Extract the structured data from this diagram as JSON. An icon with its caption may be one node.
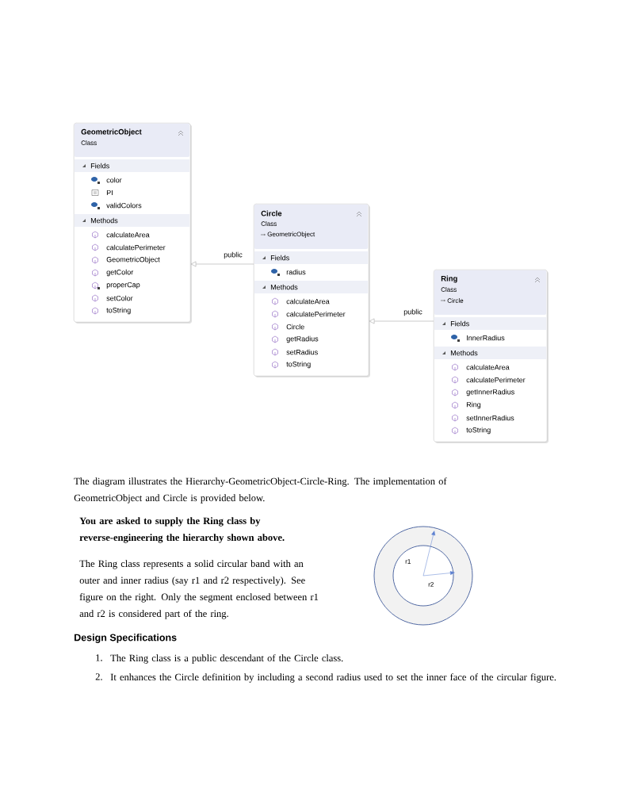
{
  "diagram": {
    "nodes": [
      {
        "text": [
          "GeometricObject",
          "Class",
          "Fields",
          "color",
          "PI",
          "validColors",
          "Methods",
          "calculateArea",
          "calculatePerimeter",
          "GeometricObject",
          "getColor",
          "properCap",
          "setColor",
          "toString"
        ]
      },
      {
        "text": [
          "Circle",
          "Class",
          "GeometricObject",
          "Fields",
          "radius",
          "Methods",
          "calculateArea",
          "calculatePerimeter",
          "Circle",
          "getRadius",
          "setRadius",
          "toString"
        ]
      },
      {
        "text": [
          "Ring",
          "Class",
          "Circle",
          "Fields",
          "InnerRadius",
          "Methods",
          "calculateArea",
          "calculatePerimeter",
          "getInnerRadius",
          "Ring",
          "setInnerRadius",
          "toString"
        ]
      }
    ],
    "edges": [
      {
        "from": 1,
        "to": 0,
        "arrow": "to",
        "label": "public"
      },
      {
        "from": 2,
        "to": 1,
        "arrow": "to",
        "label": "public"
      }
    ],
    "labels": [
      "The diagram illustrates the Hierarchy-GeometricObject-Circle-Ring. The implementation of GeometricObject and Circle is provided below.",
      "You are asked to supply the Ring class by reverse-engineering the hierarchy shown above.",
      "r1",
      "The Ring class represents a solid circular band with an outer and inner radius (say r1 and r2 respectively). See figure on the right. Only the segment enclosed between r1 and r2 is considered part of the ring.",
      "r2",
      "Design Specifications",
      "1.",
      "The Ring class is a public descendant of the Circle class.",
      "2.",
      "It enhances the Circle definition by including a second radius used to set the inner face of the circular figure."
    ]
  }
}
